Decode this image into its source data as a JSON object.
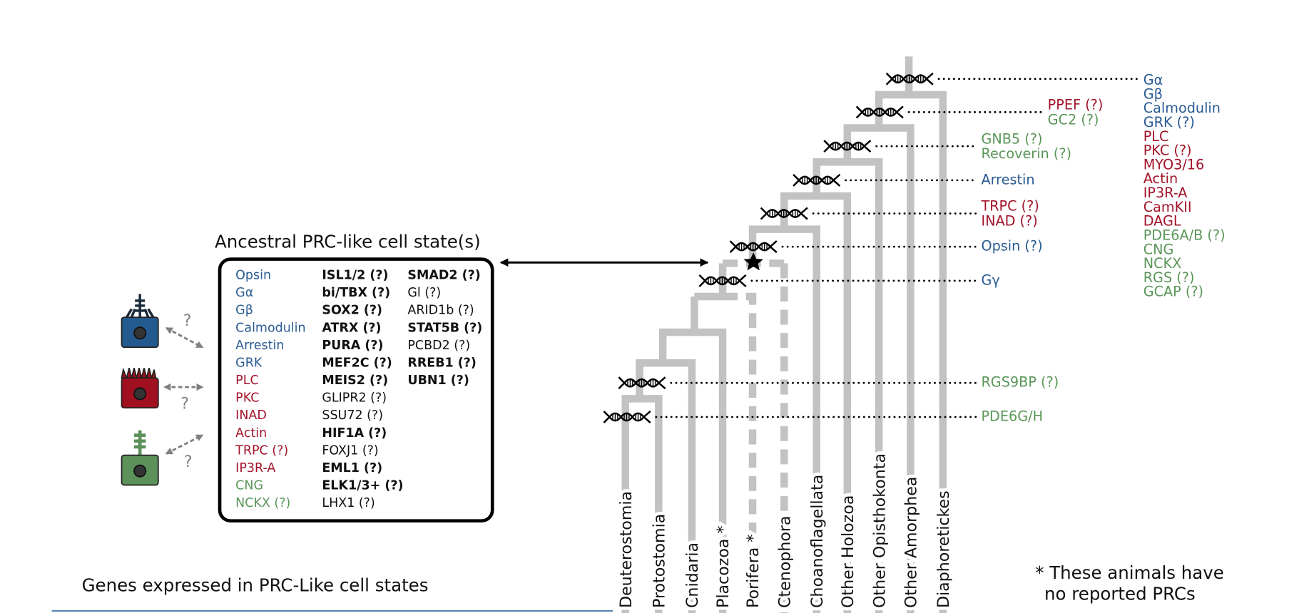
{
  "colors": {
    "blue": "#2a5b93",
    "red": "#a3142a",
    "green": "#5b9659",
    "branch": "#c2c2c2",
    "cell_blue": "#245a8e",
    "cell_red": "#a0101e",
    "cell_green": "#5c915a"
  },
  "ancestral": {
    "title": "Ancestral PRC-like cell state(s)",
    "columns": [
      [
        {
          "t": "Opsin",
          "c": "blue"
        },
        {
          "t": "Gα",
          "c": "blue"
        },
        {
          "t": "Gβ",
          "c": "blue"
        },
        {
          "t": "Calmodulin",
          "c": "blue"
        },
        {
          "t": "Arrestin",
          "c": "blue"
        },
        {
          "t": "GRK",
          "c": "blue"
        },
        {
          "t": "PLC",
          "c": "red"
        },
        {
          "t": "PKC",
          "c": "red"
        },
        {
          "t": "INAD",
          "c": "red"
        },
        {
          "t": "Actin",
          "c": "red"
        },
        {
          "t": "TRPC (?)",
          "c": "red"
        },
        {
          "t": "IP3R-A",
          "c": "red"
        },
        {
          "t": "CNG",
          "c": "green"
        },
        {
          "t": "NCKX (?)",
          "c": "green"
        }
      ],
      [
        {
          "t": "ISL1/2 (?)",
          "b": true
        },
        {
          "t": "bi/TBX (?)",
          "b": true
        },
        {
          "t": "SOX2 (?)",
          "b": true
        },
        {
          "t": "ATRX (?)",
          "b": true
        },
        {
          "t": "PURA (?)",
          "b": true
        },
        {
          "t": "MEF2C (?)",
          "b": true
        },
        {
          "t": "MEIS2 (?)",
          "b": true
        },
        {
          "t": "GLIPR2 (?)",
          "b": false
        },
        {
          "t": "SSU72 (?)",
          "b": false
        },
        {
          "t": "HIF1A (?)",
          "b": true
        },
        {
          "t": "FOXJ1 (?)",
          "b": false
        },
        {
          "t": "EML1 (?)",
          "b": true
        },
        {
          "t": "ELK1/3+ (?)",
          "b": true
        },
        {
          "t": "LHX1 (?)",
          "b": false
        }
      ],
      [
        {
          "t": "SMAD2 (?)",
          "b": true
        },
        {
          "t": "Gl (?)",
          "b": false
        },
        {
          "t": "ARID1b (?)",
          "b": false
        },
        {
          "t": "STAT5B (?)",
          "b": true
        },
        {
          "t": "PCBD2 (?)",
          "b": false
        },
        {
          "t": "RREB1 (?)",
          "b": true
        },
        {
          "t": "UBN1 (?)",
          "b": true
        }
      ]
    ]
  },
  "cells": [
    {
      "color": "cell_blue",
      "question": "?"
    },
    {
      "color": "cell_red",
      "question": "?"
    },
    {
      "color": "cell_green",
      "question": "?"
    }
  ],
  "taxa": [
    "Deuterostomia",
    "Protostomia",
    "Cnidaria",
    "Placozoa *",
    "Porifera *",
    "Ctenophora",
    "Choanoflagellata",
    "Other Holozoa",
    "Other Opisthokonta",
    "Other Amorphea",
    "Diaphoretickes"
  ],
  "gene_gains": [
    {
      "icon": "dna-icon",
      "genes": [
        {
          "t": "Gα",
          "c": "blue"
        },
        {
          "t": "Gβ",
          "c": "blue"
        },
        {
          "t": "Calmodulin",
          "c": "blue"
        },
        {
          "t": "GRK (?)",
          "c": "blue"
        },
        {
          "t": "PLC",
          "c": "red"
        },
        {
          "t": "PKC (?)",
          "c": "red"
        },
        {
          "t": "MYO3/16",
          "c": "red"
        },
        {
          "t": "Actin",
          "c": "red"
        },
        {
          "t": "IP3R-A",
          "c": "red"
        },
        {
          "t": "CamKII",
          "c": "red"
        },
        {
          "t": "DAGL",
          "c": "red"
        },
        {
          "t": "PDE6A/B (?)",
          "c": "green"
        },
        {
          "t": "CNG",
          "c": "green"
        },
        {
          "t": "NCKX",
          "c": "green"
        },
        {
          "t": "RGS (?)",
          "c": "green"
        },
        {
          "t": "GCAP (?)",
          "c": "green"
        }
      ]
    },
    {
      "icon": "dna-icon",
      "genes": [
        {
          "t": "PPEF (?)",
          "c": "red"
        },
        {
          "t": "GC2 (?)",
          "c": "green"
        }
      ]
    },
    {
      "icon": "dna-icon",
      "genes": [
        {
          "t": "GNB5 (?)",
          "c": "green"
        },
        {
          "t": "Recoverin (?)",
          "c": "green"
        }
      ]
    },
    {
      "icon": "dna-icon",
      "genes": [
        {
          "t": "Arrestin",
          "c": "blue"
        }
      ]
    },
    {
      "icon": "dna-icon",
      "genes": [
        {
          "t": "TRPC (?)",
          "c": "red"
        },
        {
          "t": "INAD (?)",
          "c": "red"
        }
      ]
    },
    {
      "icon": "dna-icon",
      "genes": [
        {
          "t": "Opsin (?)",
          "c": "blue"
        }
      ]
    },
    {
      "icon": "dna-icon",
      "genes": [
        {
          "t": "Gγ",
          "c": "blue"
        }
      ]
    },
    {
      "icon": "dna-icon",
      "genes": [
        {
          "t": "RGS9BP (?)",
          "c": "green"
        }
      ]
    },
    {
      "icon": "dna-icon",
      "genes": [
        {
          "t": "PDE6G/H",
          "c": "green"
        }
      ]
    }
  ],
  "footnote": [
    "* These animals have",
    "no reported PRCs"
  ],
  "section_title": "Genes expressed in PRC-Like cell states"
}
